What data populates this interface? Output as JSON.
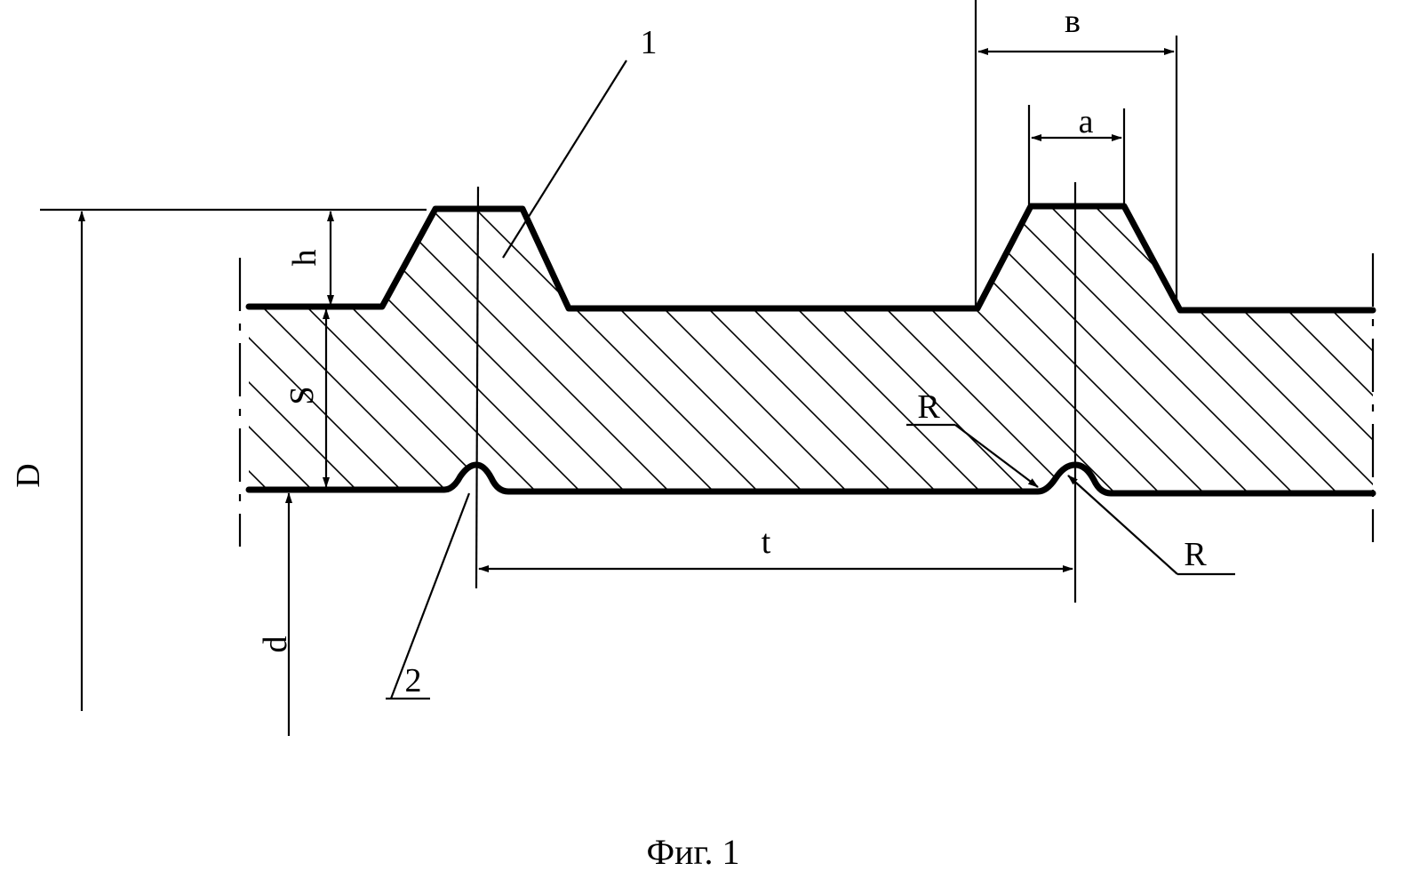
{
  "figure": {
    "caption": "Фиг. 1",
    "labels": {
      "D": "D",
      "d": "d",
      "h": "h",
      "s": "S",
      "t": "t",
      "a": "a",
      "b": "в",
      "r_upper": "R",
      "r_lower": "R",
      "part_1": "1",
      "part_2": "2"
    }
  }
}
